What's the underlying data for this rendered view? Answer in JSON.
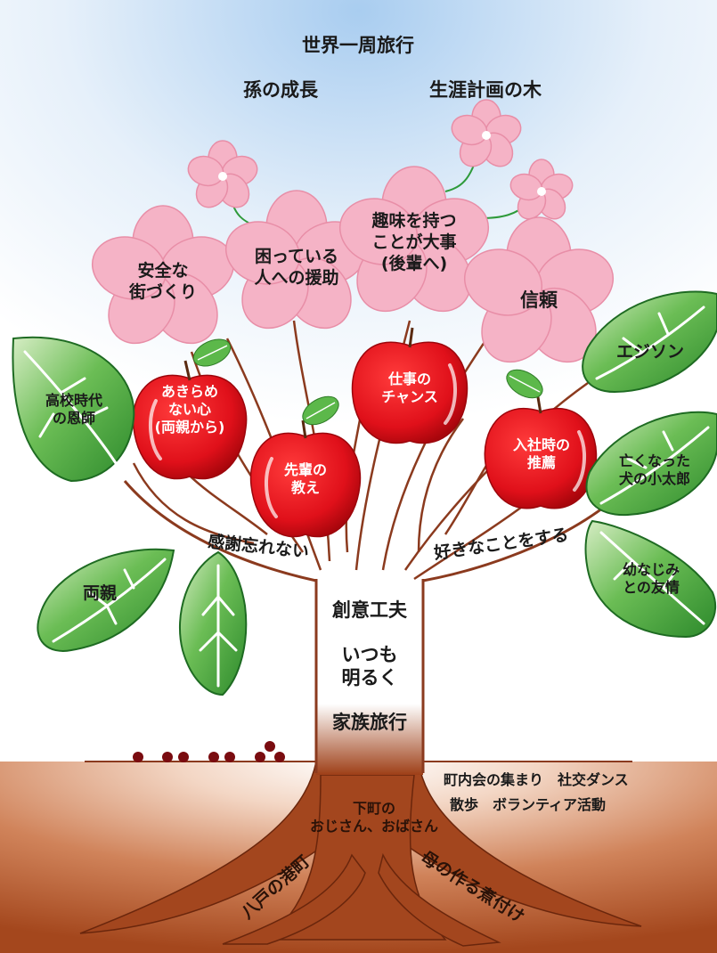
{
  "header": {
    "top_dream": "世界一周旅行",
    "left_dream": "孫の成長",
    "right_dream": "生涯計画の木"
  },
  "blossoms": {
    "b1": "安全な\n街づくり",
    "b2": "困っている\n人への援助",
    "b3": "趣味を持つ\nことが大事\n(後輩へ)",
    "b4": "信頼"
  },
  "apples": {
    "a1": "あきらめ\nない心\n(両親から)",
    "a2": "先輩の\n教え",
    "a3": "仕事の\nチャンス",
    "a4": "入社時の\n推薦"
  },
  "leaves": {
    "l1": "高校時代\nの恩師",
    "l2": "両親",
    "r1": "エジソン",
    "r2": "亡くなった\n犬の小太郎",
    "r3": "幼なじみ\nとの友情"
  },
  "branches": {
    "left": "感謝忘れない",
    "right": "好きなことをする"
  },
  "trunk": {
    "t1": "創意工夫",
    "t2": "いつも\n明るく",
    "t3": "家族旅行"
  },
  "ground": {
    "g1": "町内会の集まり　社交ダンス",
    "g2": "散歩　ボランティア活動"
  },
  "roots": {
    "center": "下町の\nおじさん、おばさん",
    "left": "八戸の港町",
    "right": "母の作る煮付け"
  },
  "colors": {
    "sky": "#cfe2f6",
    "soil": "#b25a2e",
    "blossom": "#f5b3c6",
    "apple": "#e0101a",
    "leaf": "#3a9a35",
    "leaf_light": "#c9e6b4",
    "trunk_outline": "#8b3a1e"
  }
}
